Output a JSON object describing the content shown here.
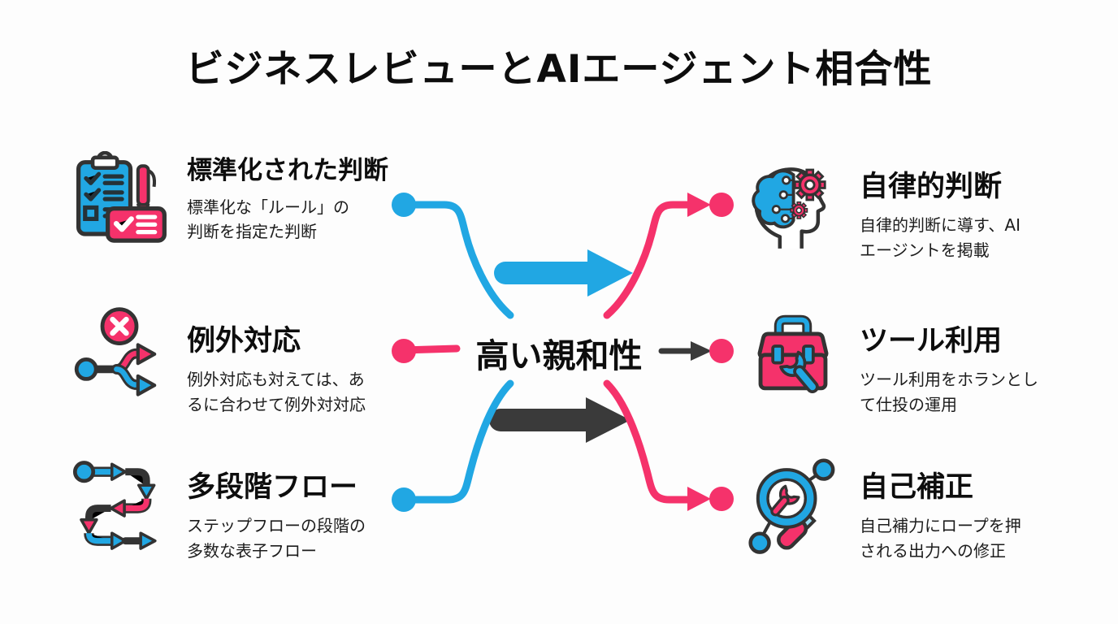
{
  "title": "ビジネスレビューとAIエージェント相合性",
  "center": {
    "label": "高い親和性"
  },
  "colors": {
    "blue": "#21A7E3",
    "pink": "#F5326B",
    "dark": "#3A3A3A",
    "outline": "#333333",
    "text": "#0D0D0D",
    "background": "#FDFDFD"
  },
  "left_items": [
    {
      "icon": "clipboard-checklist-icon",
      "title": "標準化された判断",
      "description": "標準化な「ルール」の\n判断を指定た判断"
    },
    {
      "icon": "exception-branch-icon",
      "title": "例外対応",
      "description": "例外対応も対えては、あ\nるに合わせて例外対対応"
    },
    {
      "icon": "multi-step-flow-icon",
      "title": "多段階フロー",
      "description": "ステップフローの段階の\n多数な表子フロー"
    }
  ],
  "right_items": [
    {
      "icon": "brain-gears-head-icon",
      "title": "自律的判断",
      "description": "自律的判断に導す、AI\nエージントを掲載"
    },
    {
      "icon": "toolbox-wrench-icon",
      "title": "ツール利用",
      "description": "ツール利用をホランとし\nて仕投の運用"
    },
    {
      "icon": "magnifier-wrench-icon",
      "title": "自己補正",
      "description": "自己補力にロープを押\nされる出力への修正"
    }
  ]
}
